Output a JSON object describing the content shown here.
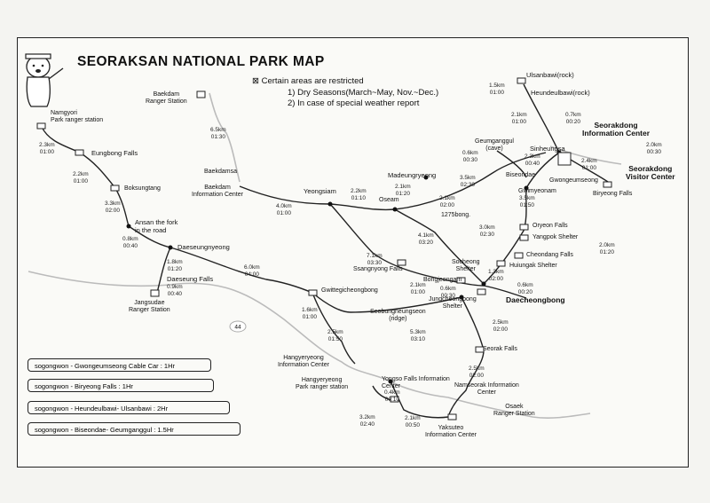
{
  "title": "SEORAKSAN NATIONAL PARK MAP",
  "notice": {
    "header": "Certain areas are restricted",
    "line1": "1) Dry Seasons(March~May, Nov.~Dec.)",
    "line2": "2) In case of special weather report"
  },
  "road_number": "44",
  "places": [
    {
      "id": "namgyori",
      "text": "Namgyori\nPark ranger station"
    },
    {
      "id": "eungbong",
      "text": "Eungbong Falls"
    },
    {
      "id": "boksungtang",
      "text": "Boksungtang"
    },
    {
      "id": "ansan",
      "text": "Ansan the fork\nin the road"
    },
    {
      "id": "daeseungnyeong",
      "text": "Daeseungnyeong"
    },
    {
      "id": "daeseung_falls",
      "text": "Daeseung Falls"
    },
    {
      "id": "jangsudae",
      "text": "Jangsudae\nRanger Station"
    },
    {
      "id": "baekdam_rs",
      "text": "Baekdam\nRanger Station"
    },
    {
      "id": "baekdamsa",
      "text": "Baekdamsa"
    },
    {
      "id": "baekdam_ic",
      "text": "Baekdam\nInformation Center"
    },
    {
      "id": "yeongsiam",
      "text": "Yeongsiam"
    },
    {
      "id": "oseam",
      "text": "Oseam"
    },
    {
      "id": "madeungryeong",
      "text": "Madeungryeong"
    },
    {
      "id": "geumganggul",
      "text": "Geumganggul\n(cave)"
    },
    {
      "id": "sinheungsa",
      "text": "Sinheungsa"
    },
    {
      "id": "biseondae",
      "text": "Biseondae"
    },
    {
      "id": "gwongeumseong",
      "text": "Gwongeumseong"
    },
    {
      "id": "gwimyeonam",
      "text": "Gwimyeonam"
    },
    {
      "id": "ulsanbawi",
      "text": "Ulsanbawi(rock)"
    },
    {
      "id": "heundeulbawi",
      "text": "Heundeulbawi(rock)"
    },
    {
      "id": "seorakdong_ic",
      "text": "Seorakdong\nInformation Center"
    },
    {
      "id": "seorakdong_vc",
      "text": "Seorakdong\nVisitor Center"
    },
    {
      "id": "biryeong",
      "text": "Biryeong Falls"
    },
    {
      "id": "1275bong",
      "text": "1275bong."
    },
    {
      "id": "oryeon",
      "text": "Oryeon Falls"
    },
    {
      "id": "yangpok",
      "text": "Yangpok Shelter"
    },
    {
      "id": "cheondang",
      "text": "Cheondang Falls"
    },
    {
      "id": "huiungak",
      "text": "Huiungak Shelter"
    },
    {
      "id": "ssangnyong",
      "text": "Ssangnyong Falls"
    },
    {
      "id": "socheong",
      "text": "Socheong\nShelter"
    },
    {
      "id": "bongjeongam",
      "text": "Bongjeongam"
    },
    {
      "id": "jungcheongbong",
      "text": "Jungcheongbong\nShelter"
    },
    {
      "id": "daecheongbong",
      "text": "Daecheongbong"
    },
    {
      "id": "gwittegi",
      "text": "Gwittegicheongbong"
    },
    {
      "id": "seobung",
      "text": "Seobungneungseon\n(ridge)"
    },
    {
      "id": "hangyeryeong_ic",
      "text": "Hangyeryeong\nInformation Center"
    },
    {
      "id": "hangyeryeong_prs",
      "text": "Hangyeryeong\nPark ranger station"
    },
    {
      "id": "yongso",
      "text": "Yongso Falls Information\nCenter"
    },
    {
      "id": "namseorak",
      "text": "Namseorak Information\nCenter"
    },
    {
      "id": "seorak_falls",
      "text": "Seorak Falls"
    },
    {
      "id": "osaek",
      "text": "Osaek\nRanger Station"
    },
    {
      "id": "yaksuteo",
      "text": "Yaksuteo\nInformation Center"
    }
  ],
  "distances": [
    {
      "id": "d1",
      "text": "2.3km\n01:00"
    },
    {
      "id": "d2",
      "text": "2.2km\n01:00"
    },
    {
      "id": "d3",
      "text": "3.3km\n02:00"
    },
    {
      "id": "d4",
      "text": "0.8km\n00:40"
    },
    {
      "id": "d5",
      "text": "1.8km\n01:20"
    },
    {
      "id": "d6",
      "text": "0.9km\n00:40"
    },
    {
      "id": "d7",
      "text": "6.0km\n04:00"
    },
    {
      "id": "d8",
      "text": "6.5km\n01:30"
    },
    {
      "id": "d9",
      "text": "4.0km\n01:00"
    },
    {
      "id": "d10",
      "text": "2.2km\n01:10"
    },
    {
      "id": "d11",
      "text": "2.1km\n01:20"
    },
    {
      "id": "d12",
      "text": "2.1km\n02:00"
    },
    {
      "id": "d13",
      "text": "3.5km\n02:30"
    },
    {
      "id": "d14",
      "text": "0.6km\n00:30"
    },
    {
      "id": "d15",
      "text": "2.3km\n00:40"
    },
    {
      "id": "d16",
      "text": "3.5km\n01:50"
    },
    {
      "id": "d17",
      "text": "1.5km\n01:00"
    },
    {
      "id": "d18",
      "text": "2.1km\n01:00"
    },
    {
      "id": "d19",
      "text": "0.7km\n00:20"
    },
    {
      "id": "d20",
      "text": "2.0km\n00:30"
    },
    {
      "id": "d21",
      "text": "2.4km\n01:00"
    },
    {
      "id": "d22",
      "text": "3.0km\n02:30"
    },
    {
      "id": "d23",
      "text": "2.0km\n01:20"
    },
    {
      "id": "d24",
      "text": "4.1km\n03:20"
    },
    {
      "id": "d25",
      "text": "7.1km\n03:30"
    },
    {
      "id": "d26",
      "text": "1.3km\n02:00"
    },
    {
      "id": "d27",
      "text": "0.6km\n00:20"
    },
    {
      "id": "d28",
      "text": "2.1km\n01:00"
    },
    {
      "id": "d29",
      "text": "0.6km\n00:30"
    },
    {
      "id": "d30",
      "text": "1.6km\n01:00"
    },
    {
      "id": "d31",
      "text": "2.5km\n01:50"
    },
    {
      "id": "d32",
      "text": "5.3km\n03:10"
    },
    {
      "id": "d33",
      "text": "2.5km\n02:00"
    },
    {
      "id": "d34",
      "text": "2.5km\n02:00"
    },
    {
      "id": "d35",
      "text": "0.4km\n00:10"
    },
    {
      "id": "d36",
      "text": "3.2km\n02:40"
    },
    {
      "id": "d37",
      "text": "2.1km\n00:50"
    }
  ],
  "legend": [
    "sogongwon - Gwongeumseong Cable Car : 1Hr",
    "sogongwon - Biryeong Falls : 1Hr",
    "sogongwon - Heundeulbawi- Ulsanbawi : 2Hr",
    "sogongwon - Biseondae- Geumganggul : 1.5Hr"
  ]
}
